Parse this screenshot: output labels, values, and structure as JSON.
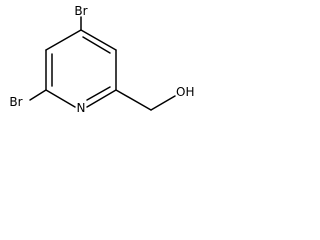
{
  "molecule": {
    "atoms": {
      "br_top": "Br",
      "br_left": "Br",
      "nitrogen": "N",
      "hydroxyl": "OH"
    }
  }
}
